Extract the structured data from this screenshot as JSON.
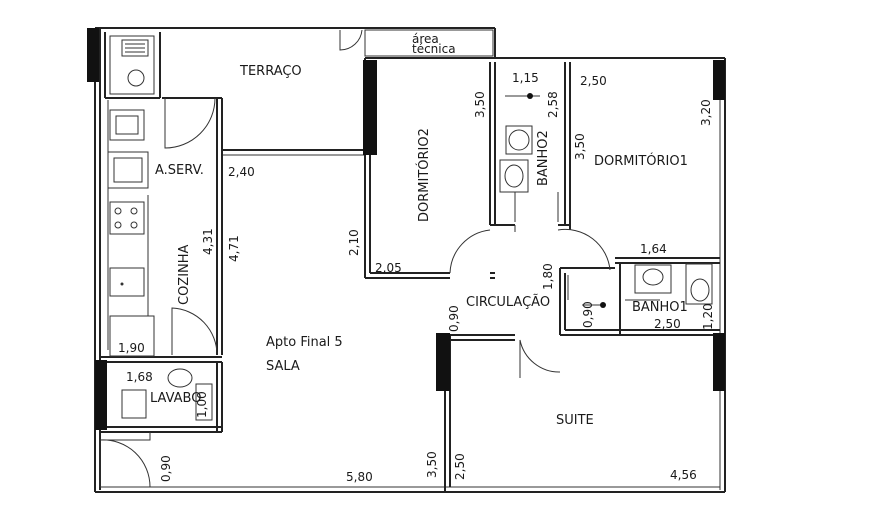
{
  "plan": {
    "title": "Apto Final 5",
    "rooms": {
      "terraco": "TERRAÇO",
      "area_tecnica_1": "área",
      "area_tecnica_2": "técnica",
      "a_serv": "A.SERV.",
      "cozinha": "COZINHA",
      "dormitorio2": "DORMITÓRIO2",
      "banho2": "BANHO2",
      "dormitorio1": "DORMITÓRIO1",
      "circulacao": "CIRCULAÇÃO",
      "banho1": "BANHO1",
      "sala": "SALA",
      "lavabo": "LAVABO",
      "suite": "SUITE"
    },
    "dimensions": {
      "d_115": "1,15",
      "d_250_top": "2,50",
      "d_350_a": "3,50",
      "d_258": "2,58",
      "d_320": "3,20",
      "d_350_b": "3,50",
      "d_240": "2,40",
      "d_431": "4,31",
      "d_471": "4,71",
      "d_210": "2,10",
      "d_205": "2,05",
      "d_164": "1,64",
      "d_180": "1,80",
      "d_090_circ": "0,90",
      "d_090_b1": "0,90",
      "d_250_b1": "2,50",
      "d_120": "1,20",
      "d_190": "1,90",
      "d_168": "1,68",
      "d_100": "1,00",
      "d_090_bottom": "0,90",
      "d_580": "5,80",
      "d_350_c": "3,50",
      "d_250_c": "2,50",
      "d_456": "4,56"
    }
  }
}
